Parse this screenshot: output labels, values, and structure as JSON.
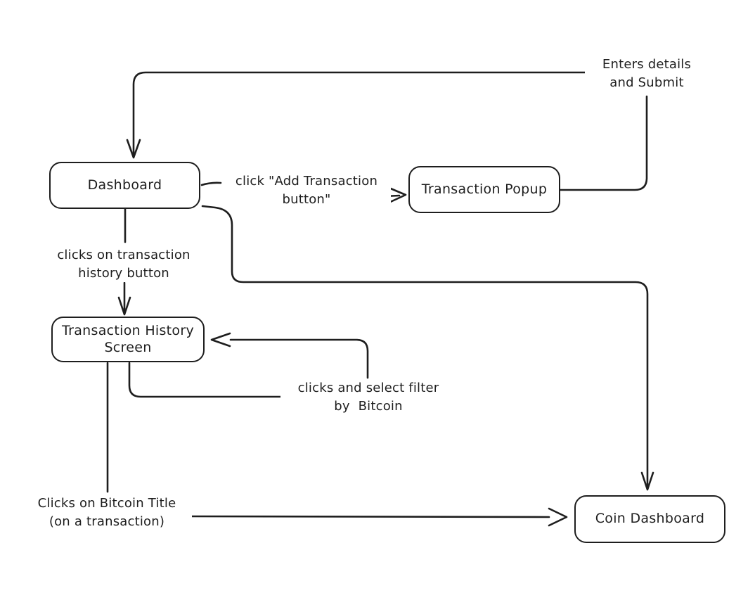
{
  "diagram": {
    "type": "flowchart",
    "style": "hand-drawn",
    "colors": {
      "stroke": "#1e1e1e",
      "background": "#ffffff"
    },
    "nodes": [
      {
        "id": "dashboard",
        "label": "Dashboard"
      },
      {
        "id": "transaction-popup",
        "label": "Transaction Popup"
      },
      {
        "id": "transaction-history-screen",
        "label": "Transaction History\nScreen"
      },
      {
        "id": "coin-dashboard",
        "label": "Coin Dashboard"
      }
    ],
    "edges": [
      {
        "from": "transaction-popup",
        "to": "dashboard",
        "label": "Enters details\nand Submit"
      },
      {
        "from": "dashboard",
        "to": "transaction-popup",
        "label": "click \"Add Transaction\nbutton\""
      },
      {
        "from": "dashboard",
        "to": "transaction-history-screen",
        "label": "clicks on transaction\nhistory button"
      },
      {
        "from": "dashboard",
        "to": "coin-dashboard",
        "label": ""
      },
      {
        "from": "transaction-history-screen",
        "to": "transaction-history-screen",
        "label": "clicks and select filter\nby  Bitcoin"
      },
      {
        "from": "transaction-history-screen",
        "to": "coin-dashboard",
        "label": "Clicks on Bitcoin Title\n(on a transaction)"
      }
    ]
  }
}
